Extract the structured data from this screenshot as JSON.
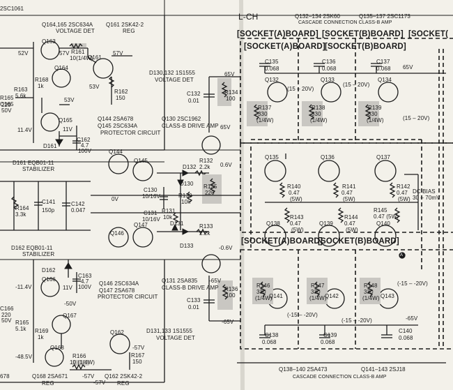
{
  "header": {
    "channel": "L-CH",
    "q132_134": "Q132–134  2SK60",
    "q135_137": "Q135–137  2SC1173",
    "cascade_top": "CASCADE CONNECTION  CLASS-B AMP",
    "q1061": "2SC1061",
    "q164_165": "Q164,165  2SC634A",
    "voltage_det_top": "VOLTAGE DET",
    "q161": "Q161  2SK42-2",
    "reg_top": "REG"
  },
  "sockets": {
    "top_a": "[SOCKET(A)BOARD]",
    "top_b": "[SOCKET(B)BOARD]",
    "top_c": "[SOCKET(",
    "mid_a": "[SOCKET(A)BOARD]",
    "mid_b": "[SOCKET(B)BOARD]",
    "bot_a": "[SOCKET(A)BOARD]",
    "bot_b": "[SOCKET(B)BOARD]"
  },
  "left": {
    "q163": "Q163",
    "q164": "Q164",
    "q165": "Q165",
    "q161": "Q161",
    "v52": "52V",
    "v57a": "57V",
    "v57b": "57V",
    "v53": "53V",
    "v53v": "53V",
    "v114": "11.4V",
    "v11": "11V",
    "r161": "R161",
    "r161v": "10(1/4W)",
    "r168": "R168",
    "r168v": "1k",
    "r163": "R163",
    "r163v": "5.6k",
    "r165": "R165",
    "r162": "R162",
    "r162v": "150",
    "c165": "C165",
    "c165v": "220",
    "c165u": "50V",
    "c162": "C162",
    "c162v": "4.7",
    "c162u": "100V",
    "d161": "D161",
    "d161b": "D161  EQB01-11",
    "stab1": "STABILIZER",
    "c141": "C141",
    "c141v": "150p",
    "c142": "C142",
    "c142v": "0.047",
    "r164": "R164",
    "r164v": "3.3k",
    "d162b": "D162  EQB01-11",
    "stab2": "STABILIZER",
    "d162": "D162",
    "q166": "Q166",
    "q167": "Q167",
    "q168": "Q168",
    "q162": "Q162",
    "v114n": "-11.4V",
    "v11n": "11V",
    "v50n": "-50V",
    "v485n": "-48.5V",
    "v57n": "-57V",
    "v57n2": "-57V",
    "v57n3": "-57V",
    "c166": "C166",
    "c166v": "220",
    "c166u": "50V",
    "r165b": "R165",
    "r165bv": "5.1k",
    "r169": "R169",
    "r169v": "1k",
    "c163": "C163",
    "c163v": "4.7",
    "c163u": "100V",
    "r166": "R166",
    "r166v": "10 (1/4W)",
    "r167": "R167",
    "r167v": "150",
    "q168b": "Q168  2SA671",
    "reg1": "REG",
    "q162b": "Q162  2SK42-2",
    "reg2": "REG",
    "ck678": "678"
  },
  "center": {
    "d130_132": "D130,132   1S1555",
    "vdet1": "VOLTAGE DET",
    "v65": "65V",
    "c132": "C132",
    "c132v": "0.01",
    "r134": "R134",
    "r134v": "100",
    "q144b": "Q144  2SA678",
    "q145b": "Q145  2SC634A",
    "prot1": "PROTECTOR CIRCUIT",
    "q130b": "Q130  2SC1962",
    "drive1": "CLASS-B DRIVE AMP",
    "v65b": "65V",
    "q144": "Q144",
    "q145": "Q145",
    "d132": "D132",
    "r132": "R132",
    "r132v": "2.2k",
    "v06": "0.6V",
    "d130": "D130",
    "r135": "R135",
    "r135v": "220",
    "c130": "C130",
    "c130v": "10/16V",
    "r130": "R130",
    "r130v": "10k",
    "r131": "R131",
    "r131v": "10k",
    "c131": "C131",
    "c131v": "10/16V",
    "v0": "0V",
    "q146": "Q146",
    "q147": "Q147",
    "d131": "D131",
    "d133": "D133",
    "r133": "R133",
    "r133v": "2.2k",
    "v06n": "-0.6V",
    "q146b": "Q146  2SC634A",
    "q147b": "Q147  2SA678",
    "prot2": "PROTECTOR CIRCUIT",
    "q131b": "Q131  2SA835",
    "drive2": "CLASS-B DRIVE AMP",
    "v65n": "-65V",
    "c133": "C133",
    "c133v": "0.01",
    "r136": "R136",
    "r136v": "100",
    "v65n2": "-65V",
    "d131_133": "D131,133   1S1555",
    "vdet2": "VOLTAGE DET"
  },
  "right": {
    "c135": "C135",
    "c135v": "0.068",
    "c136": "C136",
    "c136v": "0.068",
    "c137": "C137",
    "c137v": "0.068",
    "v65": "65V",
    "q132": "Q132",
    "q133": "Q133",
    "q134": "Q134",
    "range1": "(15 – 20V)",
    "range2": "(15 – 20V)",
    "range3": "(15 – 20V)",
    "r137": "R137",
    "r137v": "330",
    "r137w": "(1/4W)",
    "r138": "R138",
    "r138v": "330",
    "r138w": "(1/4W)",
    "r139": "R139",
    "r139v": "330",
    "r139w": "(1/4W)",
    "q135": "Q135",
    "q136": "Q136",
    "q137": "Q137",
    "r140": "R140",
    "r140v": "0.47",
    "r140w": "(5W)",
    "r141": "R141",
    "r141v": "0.47",
    "r141w": "(5W)",
    "r142": "R142",
    "r142v": "0.47",
    "r142w": "(5W)",
    "dcbias": "DC BIAS",
    "dcbiasv": "30 – 70mV",
    "r143": "R143",
    "r143v": "0.47",
    "r143w": "(5W)",
    "r144": "R144",
    "r144v": "0.47",
    "r144w": "(5W)",
    "r145": "R145",
    "r145v": "0.47 (5W)",
    "q138": "Q138",
    "q139": "Q139",
    "q140": "Q140",
    "pointA": "A",
    "range4": "(-15 – -20V)",
    "r146": "R146",
    "r146v": "330",
    "r146w": "(1/4W)",
    "r147": "R147",
    "r147v": "330",
    "r147w": "(1/4W)",
    "r148": "R148",
    "r148v": "330",
    "r148w": "(1/4W)",
    "q141": "Q141",
    "q142": "Q142",
    "q143": "Q143",
    "range5": "(-15 – -20V)",
    "range6": "(-15 – -20V)",
    "v65n": "-65V",
    "c138": "C138",
    "c138v": "0.068",
    "c139": "C139",
    "c139v": "0.068",
    "c140": "C140",
    "c140v": "0.068",
    "q138_140": "Q138–140  2SA473",
    "q141_143": "Q141–143  2SJ18",
    "cascade_bot": "CASCADE CONNECTION  CLASS-B AMP"
  }
}
